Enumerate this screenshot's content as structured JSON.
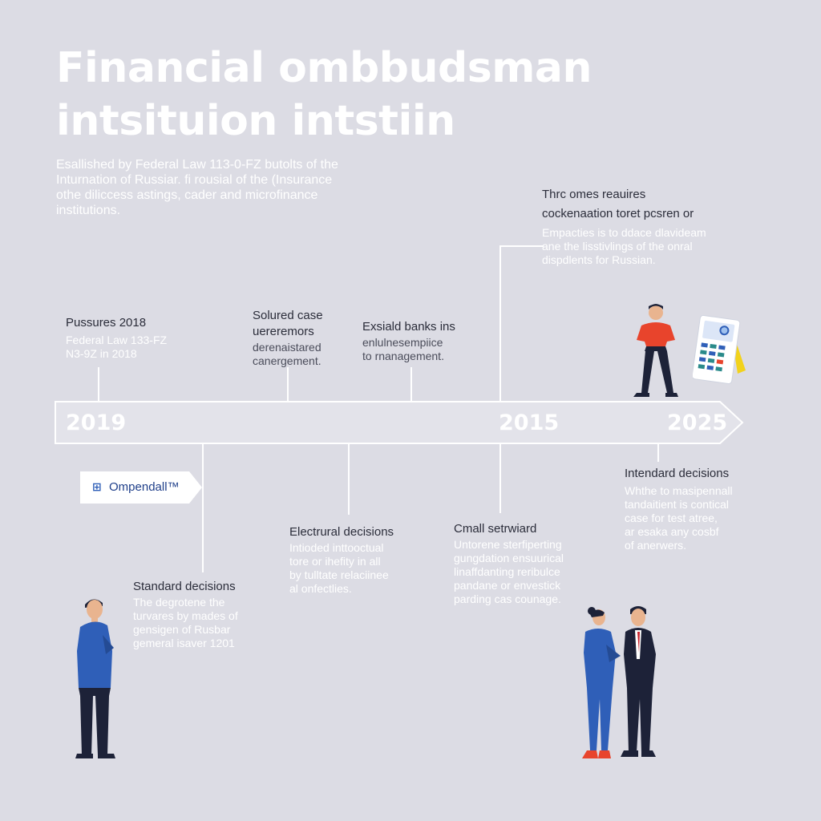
{
  "title": {
    "line1": "Financial ombbudsman",
    "line2": "intsituion intstiin"
  },
  "intro": {
    "lines": [
      "Esallished by Federal Law 113-0-FZ butolts of the",
      "Inturnation of Russiar. ﬁ rousial of the (Insurance",
      "othe diliccess astings, cader and microfinance",
      "institutions."
    ]
  },
  "timeline": {
    "years": {
      "left": "2019",
      "middle": "2015",
      "right": "2025"
    }
  },
  "notes": {
    "top_right": {
      "head1": "Thrc omes reauires",
      "head2": "cockenaation toret pcsren or",
      "body": [
        "Empacties is to ddace dlavideam",
        "ane the lisstivlings of the onral",
        "dispdlents for Russian."
      ]
    },
    "pussures": {
      "head": "Pussures 2018",
      "body": [
        "Federal Law 133-FZ",
        "N3-9Z in 2018"
      ]
    },
    "solured": {
      "head": [
        "Solured case",
        "uereremors"
      ],
      "body": [
        "derenaistared",
        "canergement."
      ]
    },
    "exsiald": {
      "head": "Exsiald banks ins",
      "body": [
        "enlulnesempiice",
        "to rnanagement."
      ]
    },
    "standard": {
      "head": "Standard decisions",
      "body": [
        "The degrotene the",
        "turvares by mades of",
        "gensigen of Rusbar",
        "gemeral isaver 1201"
      ]
    },
    "electrural": {
      "head": "Electrural decisions",
      "body": [
        "Intioded inttooctual",
        "tore or ihefity in all",
        "by tulltate relaciinee",
        "al onfectlies."
      ]
    },
    "cmall": {
      "head": "Cmall setrwiard",
      "body": [
        "Untorene sterfiperting",
        "gungdation ensuurical",
        "linaffdanting reribulce",
        "pandane or envestick",
        "parding cas counage."
      ]
    },
    "intendard": {
      "head": "Intendard decisions",
      "body": [
        "Whthe to masipennall",
        "tandaitient is contical",
        "case for test atree,",
        "ar esaka any cosbf",
        "of anerwers."
      ]
    }
  },
  "logo": {
    "mark": "⊞",
    "text": "Ompendall™"
  },
  "icons": {
    "figure_red": "man-red-shirt-icon",
    "calculator": "calculator-icon",
    "figure_blue": "man-blue-suit-icon",
    "pair": "two-people-talking-icon"
  },
  "colors": {
    "background": "#dcdce4",
    "accent_blue": "#2f5fb8",
    "accent_red": "#e8442c",
    "navy": "#1d2238"
  }
}
